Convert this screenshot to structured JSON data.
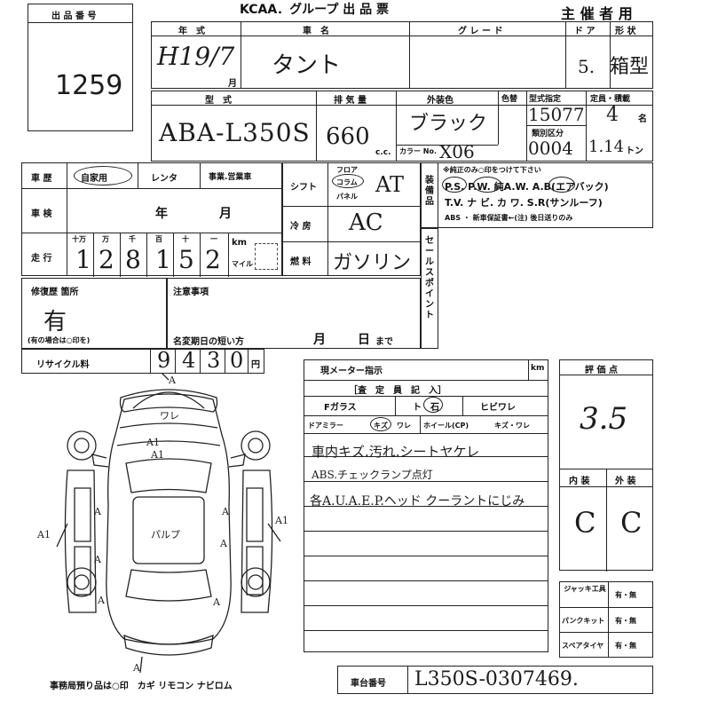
{
  "header": {
    "lot_label": "出 品 番 号",
    "lot_number": "1259",
    "group_title": "KCAA．グループ 出 品 票",
    "organizer_label": "主 催 者 用"
  },
  "row1": {
    "year_label": "年　式",
    "year_value": "H19/7",
    "month_suffix": "月",
    "car_name_label": "車　名",
    "car_name_value": "タント",
    "grade_label": "グ レ ー ド",
    "doors_label": "ド ア",
    "doors_value": "5.",
    "shape_label": "形 状",
    "shape_value": "箱型"
  },
  "row2": {
    "model_label": "型　式",
    "model_value": "ABA-L350S",
    "displacement_label": "排 気 量",
    "displacement_value": "660",
    "cc_unit": "c.c.",
    "exterior_color_label": "外装色",
    "exterior_color_value": "ブラック",
    "color_no_label": "カラー No.",
    "color_no_value": "X06",
    "color_code_label": "色替",
    "type_designation_label": "型式指定",
    "type_designation_value": "15077",
    "class_label": "類別区分",
    "class_value": "0004",
    "capacity_label": "定員・積載",
    "capacity_value": "4",
    "capacity_unit": "名",
    "load_value": "1.14",
    "load_unit": "トン"
  },
  "history": {
    "history_label": "車 歴",
    "history_options": [
      "自家用",
      "レンタ",
      "事業.営業車"
    ],
    "inspection_label": "車 検",
    "inspection_year": "年",
    "inspection_month": "月",
    "mileage_label": "走 行",
    "mileage_units": [
      "十万",
      "万",
      "千",
      "百",
      "十",
      "一"
    ],
    "mileage_digits": [
      "1",
      "2",
      "8",
      "1",
      "5",
      "2"
    ],
    "km_label": "km",
    "mile_label": "マイル"
  },
  "specs": {
    "shift_label": "シフト",
    "shift_options": [
      "フロア",
      "コラム",
      "パネル"
    ],
    "shift_value": "AT",
    "ac_label": "冷 房",
    "ac_value": "AC",
    "fuel_label": "燃 料",
    "fuel_value": "ガソリン"
  },
  "equipment": {
    "label": "装備品",
    "note": "※純正のみ○印をつけて下さい",
    "line1": "P.S. P.W. 純A.W. A.B(エアバック)",
    "line2": "T.V. ナ ビ. カ ワ. S.R(サンルーフ)",
    "line3": "ABS ・ 新車保証書←(注) 後日送りのみ"
  },
  "sales_point": {
    "label": "セールスポイント"
  },
  "repair": {
    "label": "修復歴 箇所",
    "value": "有",
    "note": "(有の場合は○印を)"
  },
  "notes": {
    "label": "注意事項",
    "short_period": "名変期日の短い方",
    "month": "月",
    "day": "日",
    "until": "まで"
  },
  "recycle": {
    "label": "リサイクル料",
    "digits": [
      "9",
      "4",
      "3",
      "0"
    ],
    "yen": "円"
  },
  "meter": {
    "label": "現メーター指示",
    "unit": "km"
  },
  "appraiser": {
    "title": "［査　定　員　記　入］",
    "f_glass": "Fガラス",
    "to": "ト",
    "ishi": "石",
    "crack": "ヒビワレ",
    "door_mirror": "ドアミラー",
    "scratch": "キズ",
    "ware": "ワレ",
    "wheel": "ホイール(CP)",
    "wheel_scratch": "キズ・ワレ",
    "remarks": [
      "車内キズ.汚れ.シートヤケレ",
      "ABS.チェックランプ点灯",
      "各A.U.A.E.P.ヘッド クーラントにじみ"
    ]
  },
  "evaluation": {
    "label": "評 価 点",
    "score": "3.5",
    "interior_label": "内 装",
    "exterior_label": "外 装",
    "interior_value": "C",
    "exterior_value": "C"
  },
  "tools": {
    "jack_label": "ジャッキ工具",
    "jack_value": "有・無",
    "puncture_label": "パンクキット",
    "puncture_value": "有・無",
    "spare_label": "スペアタイヤ",
    "spare_value": "有・無"
  },
  "footer": {
    "items_note": "事務局預り品は○印　カギ リモコン ナビロム",
    "chassis_label": "車台番号",
    "chassis_value": "L350S-0307469."
  },
  "diagram": {
    "marks": [
      "ワレ",
      "A1",
      "A1",
      "A1",
      "A1",
      "A",
      "A",
      "A",
      "A",
      "A",
      "パルプ",
      "A",
      "A",
      "A"
    ]
  }
}
